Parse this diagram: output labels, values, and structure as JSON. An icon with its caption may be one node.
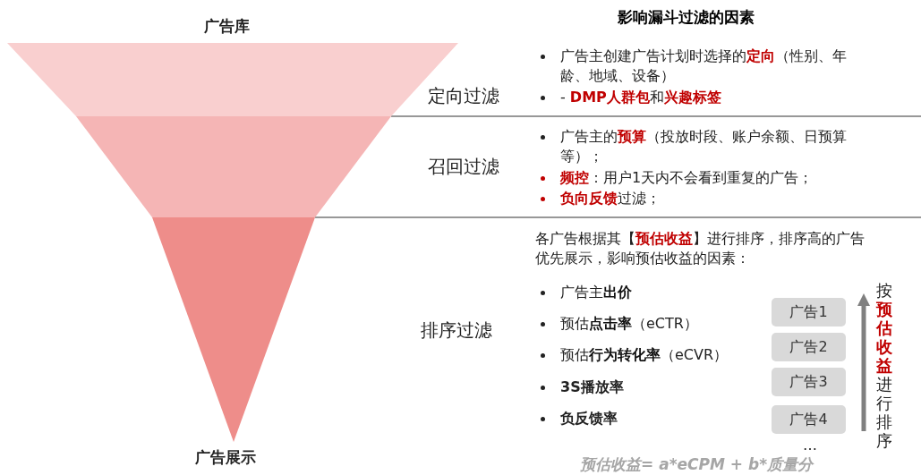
{
  "diagram": {
    "title": "影响漏斗过滤的因素",
    "nodes": [
      {
        "text": [],
        "shape": "trapezoid",
        "beside": [
          "广告库",
          "定向过滤"
        ]
      },
      {
        "text": [],
        "shape": "trapezoid",
        "beside": [
          "召回过滤"
        ]
      },
      {
        "text": [],
        "shape": "triangle",
        "beside": [
          "广告展示"
        ]
      },
      {
        "text": [
          "广告1"
        ]
      },
      {
        "text": [
          "广告2"
        ]
      },
      {
        "text": [
          "广告3"
        ]
      },
      {
        "text": [
          "广告4"
        ]
      }
    ],
    "labels": [
      "排序过滤",
      "广告主创建广告计划时选择的**定向**（性别、年龄、地域、设备）",
      "- **DMP人群包**和**兴趣标签**",
      "广告主的**预算**（投放时段、账户余额、日预算等）；",
      "**频控**：用户1天内不会看到重复的广告；",
      "**负向反馈**过滤；",
      "各广告根据其【**预估收益**】进行排序，排序高的广告优先展示，影响预估收益的因素：",
      "广告主**出价**",
      "预估**点击率**（eCTR）",
      "预估**行为转化率**（eCVR）",
      "3S播放率",
      "负反馈率",
      "按**预估收益**进行排序",
      "…",
      "预估收益= a*eCPM + b*质量分"
    ]
  }
}
